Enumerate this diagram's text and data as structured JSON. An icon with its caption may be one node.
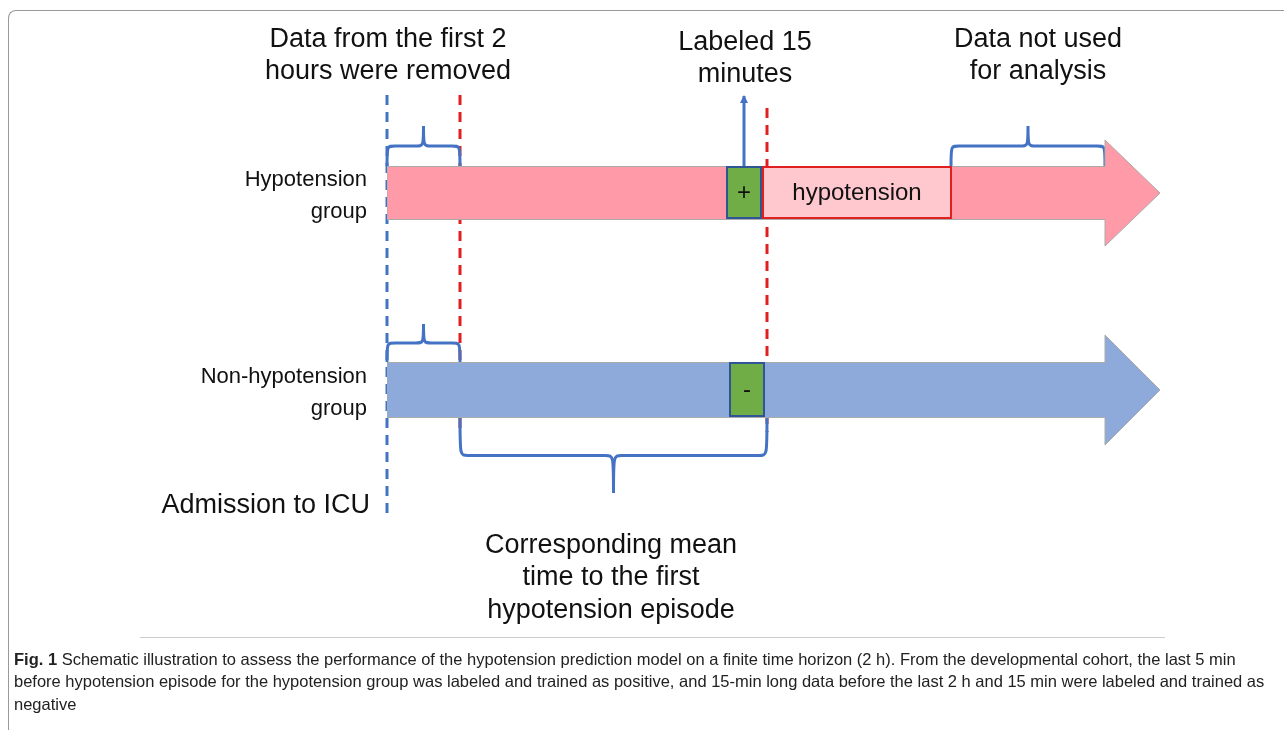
{
  "diagram": {
    "caption": "**Fig. 1** Schematic illustration to assess the performance of the hypotension prediction model on a finite time horizon (2 h). From the developmental cohort, the last 5 min before hypotension episode for the hypotension group was labeled and trained as positive, and 15-min long data before the last 2 h and 15 min were labeled and trained as negative",
    "nodes": [
      {
        "text": [],
        "shape": "arrow",
        "beside": [
          "Hypotension group"
        ]
      },
      {
        "text": [
          "+"
        ],
        "in": 0
      },
      {
        "text": [
          "hypotension"
        ],
        "in": 0
      },
      {
        "text": [],
        "shape": "arrow",
        "beside": [
          "Non-hypotension group"
        ]
      },
      {
        "text": [
          "-"
        ],
        "in": 3
      },
      {
        "text": [
          "Labeled 15 minutes"
        ]
      }
    ],
    "edges": [
      {
        "from": 1,
        "to": 5,
        "arrow": "to"
      }
    ],
    "labels": [
      "Data from the first 2 hours were removed",
      "Data not used for analysis",
      "Admission to ICU",
      "Corresponding mean time to the first hypotension episode"
    ]
  }
}
